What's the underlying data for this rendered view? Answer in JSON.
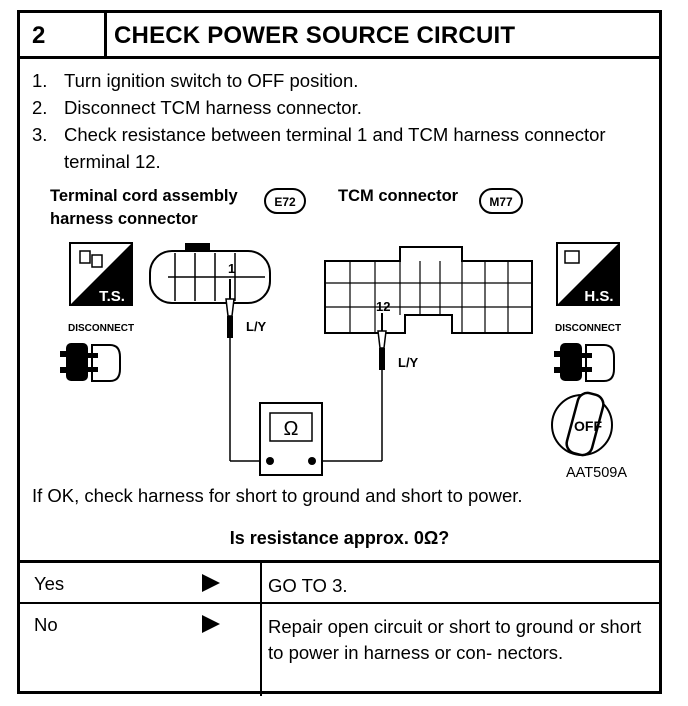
{
  "header": {
    "step_number": "2",
    "title": "CHECK POWER SOURCE CIRCUIT"
  },
  "steps": [
    {
      "num": "1.",
      "text": "Turn ignition switch to OFF position."
    },
    {
      "num": "2.",
      "text": "Disconnect TCM harness connector."
    },
    {
      "num": "3.",
      "text": "Check resistance between terminal 1 and TCM harness connector terminal 12."
    }
  ],
  "diagram": {
    "left_connector_label_line1": "Terminal cord assembly",
    "left_connector_label_line2": "harness connector",
    "left_connector_id": "E72",
    "right_connector_label": "TCM connector",
    "right_connector_id": "M77",
    "terminal_left": "1",
    "terminal_right": "12",
    "wire_left": "L/Y",
    "wire_right": "L/Y",
    "meter_symbol": "Ω",
    "ts_label": "T.S.",
    "hs_label": "H.S.",
    "disconnect_left": "DISCONNECT",
    "disconnect_right": "DISCONNECT",
    "key_label": "OFF",
    "figure_code": "AAT509A"
  },
  "ok_text": "If OK, check harness for short to ground and short to power.",
  "question": "Is resistance approx. 0Ω?",
  "answers": [
    {
      "answer": "Yes",
      "action": "GO TO 3."
    },
    {
      "answer": "No",
      "action": "Repair open circuit or short to ground or short to power in harness or con- nectors."
    }
  ]
}
